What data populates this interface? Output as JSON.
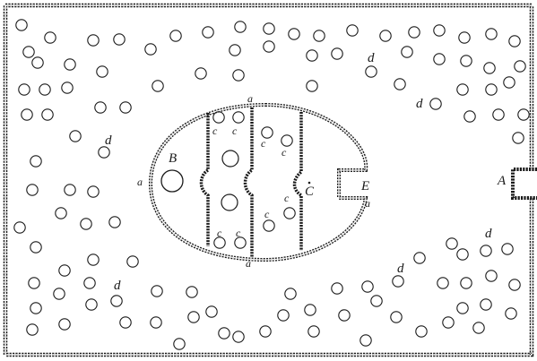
{
  "labels": {
    "a": "a",
    "B": "B",
    "c": "c",
    "C": "C",
    "d": "d",
    "E": "E",
    "A": "A"
  },
  "colors": {
    "ink": "#1a1a1a",
    "paper": "#ffffff"
  }
}
